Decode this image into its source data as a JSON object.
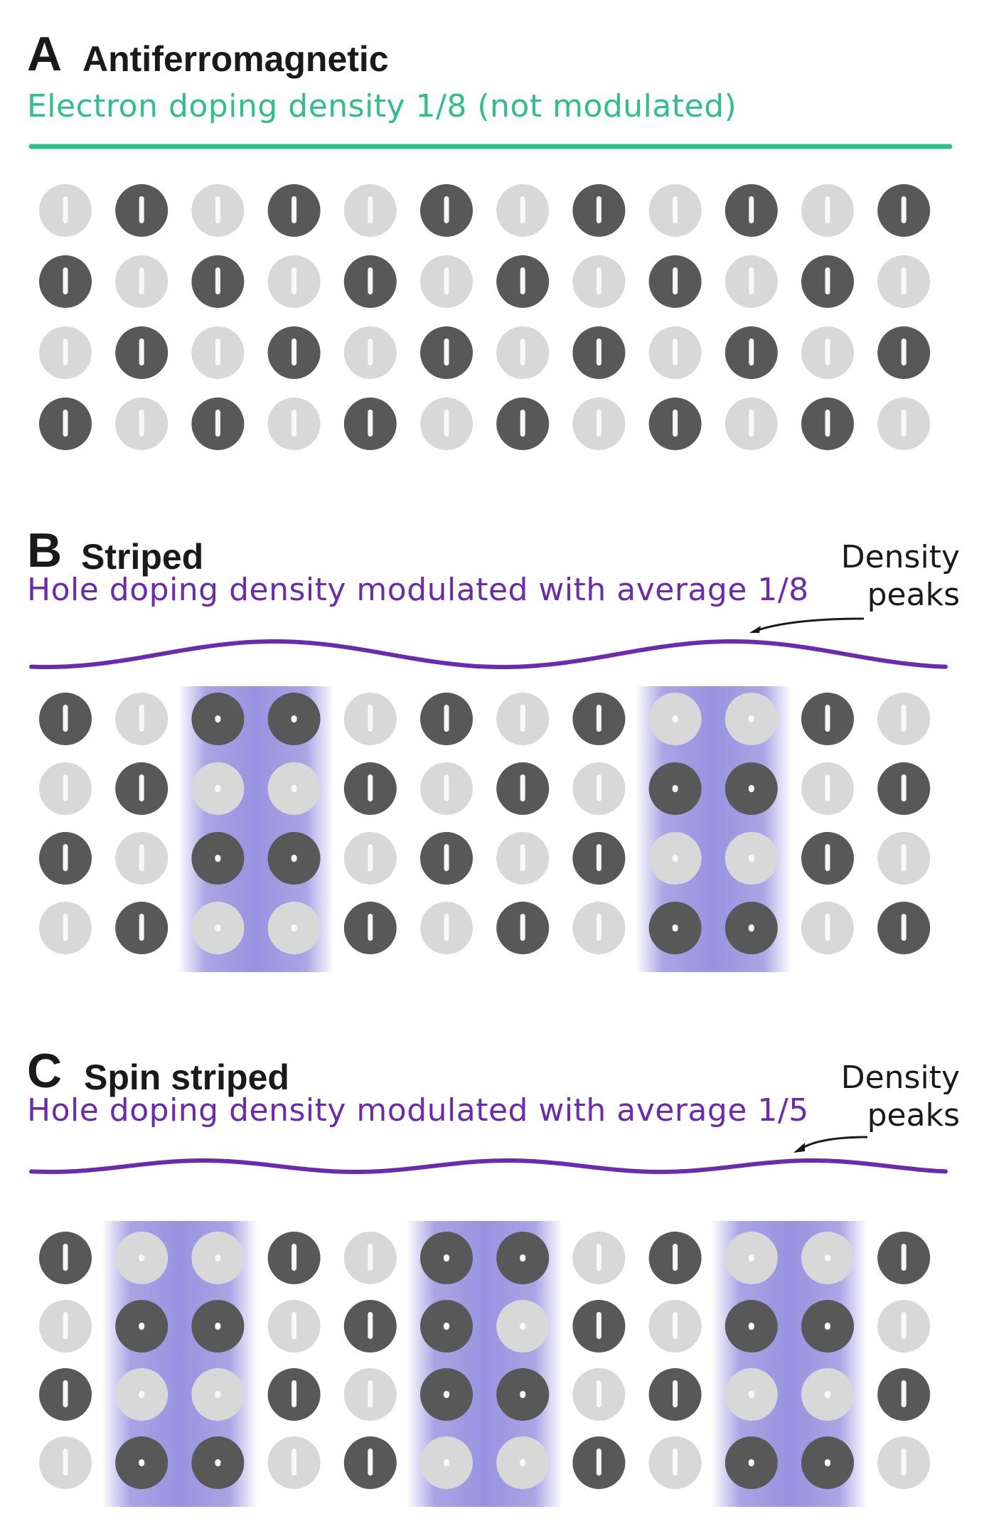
{
  "colors": {
    "accent_a": "#2ec08a",
    "accent_bc": "#6a2bb0",
    "spin_dark": "#585858",
    "spin_light": "#d8d8d8",
    "stripe": "#8e86dc"
  },
  "panels": [
    {
      "letter": "A",
      "title": "Antiferromagnetic",
      "subtitle": "Electron doping density 1/8 (not modulated)",
      "pattern": [
        [
          0,
          1,
          0,
          1,
          0,
          1,
          0,
          1,
          0,
          1,
          0,
          1
        ],
        [
          1,
          0,
          1,
          0,
          1,
          0,
          1,
          0,
          1,
          0,
          1,
          0
        ],
        [
          0,
          1,
          0,
          1,
          0,
          1,
          0,
          1,
          0,
          1,
          0,
          1
        ],
        [
          1,
          0,
          1,
          0,
          1,
          0,
          1,
          0,
          1,
          0,
          1,
          0
        ]
      ],
      "stripe_cols": []
    },
    {
      "letter": "B",
      "title": "Striped",
      "subtitle": "Hole doping density modulated with average 1/8",
      "annotation": [
        "Density",
        "peaks"
      ],
      "pattern": [
        [
          1,
          0,
          1,
          1,
          0,
          1,
          0,
          1,
          0,
          0,
          1,
          0
        ],
        [
          0,
          1,
          0,
          0,
          1,
          0,
          1,
          0,
          1,
          1,
          0,
          1
        ],
        [
          1,
          0,
          1,
          1,
          0,
          1,
          0,
          1,
          0,
          0,
          1,
          0
        ],
        [
          0,
          1,
          0,
          0,
          1,
          0,
          1,
          0,
          1,
          1,
          0,
          1
        ]
      ],
      "stripe_cols": [
        [
          2,
          3
        ],
        [
          8,
          9
        ]
      ]
    },
    {
      "letter": "C",
      "title": "Spin striped",
      "subtitle": "Hole doping density modulated with average 1/5",
      "annotation": [
        "Density",
        "peaks"
      ],
      "pattern": [
        [
          1,
          0,
          0,
          1,
          0,
          1,
          1,
          0,
          1,
          0,
          0,
          1
        ],
        [
          0,
          1,
          1,
          0,
          1,
          1,
          0,
          1,
          0,
          1,
          1,
          0
        ],
        [
          1,
          0,
          0,
          1,
          0,
          1,
          1,
          0,
          1,
          0,
          0,
          1
        ],
        [
          0,
          1,
          1,
          0,
          1,
          0,
          0,
          1,
          0,
          1,
          1,
          0
        ]
      ],
      "stripe_cols": [
        [
          1,
          2
        ],
        [
          5,
          6
        ],
        [
          9,
          10
        ]
      ]
    }
  ]
}
